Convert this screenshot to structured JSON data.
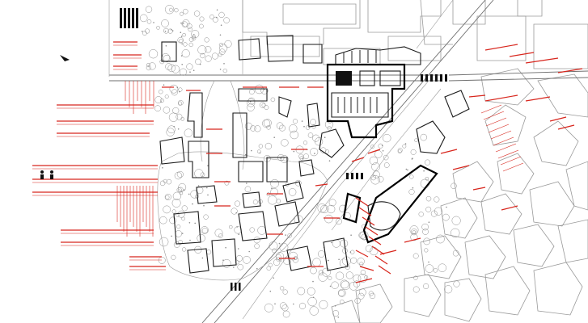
{
  "figure": {
    "type": "urban-site-plan",
    "colors": {
      "background": "#ffffff",
      "street_blocks": "#9a9a9a",
      "roads": "#6f6f6f",
      "buildings": "#1a1a1a",
      "annotation_lines": "#d8261d",
      "vegetation": "#8c8c8c"
    },
    "layers": [
      "street-blocks",
      "roads",
      "diagonal-avenue",
      "crosswalks",
      "vegetation",
      "site-boundary",
      "buildings",
      "red-section-lines",
      "north-arrow"
    ]
  }
}
